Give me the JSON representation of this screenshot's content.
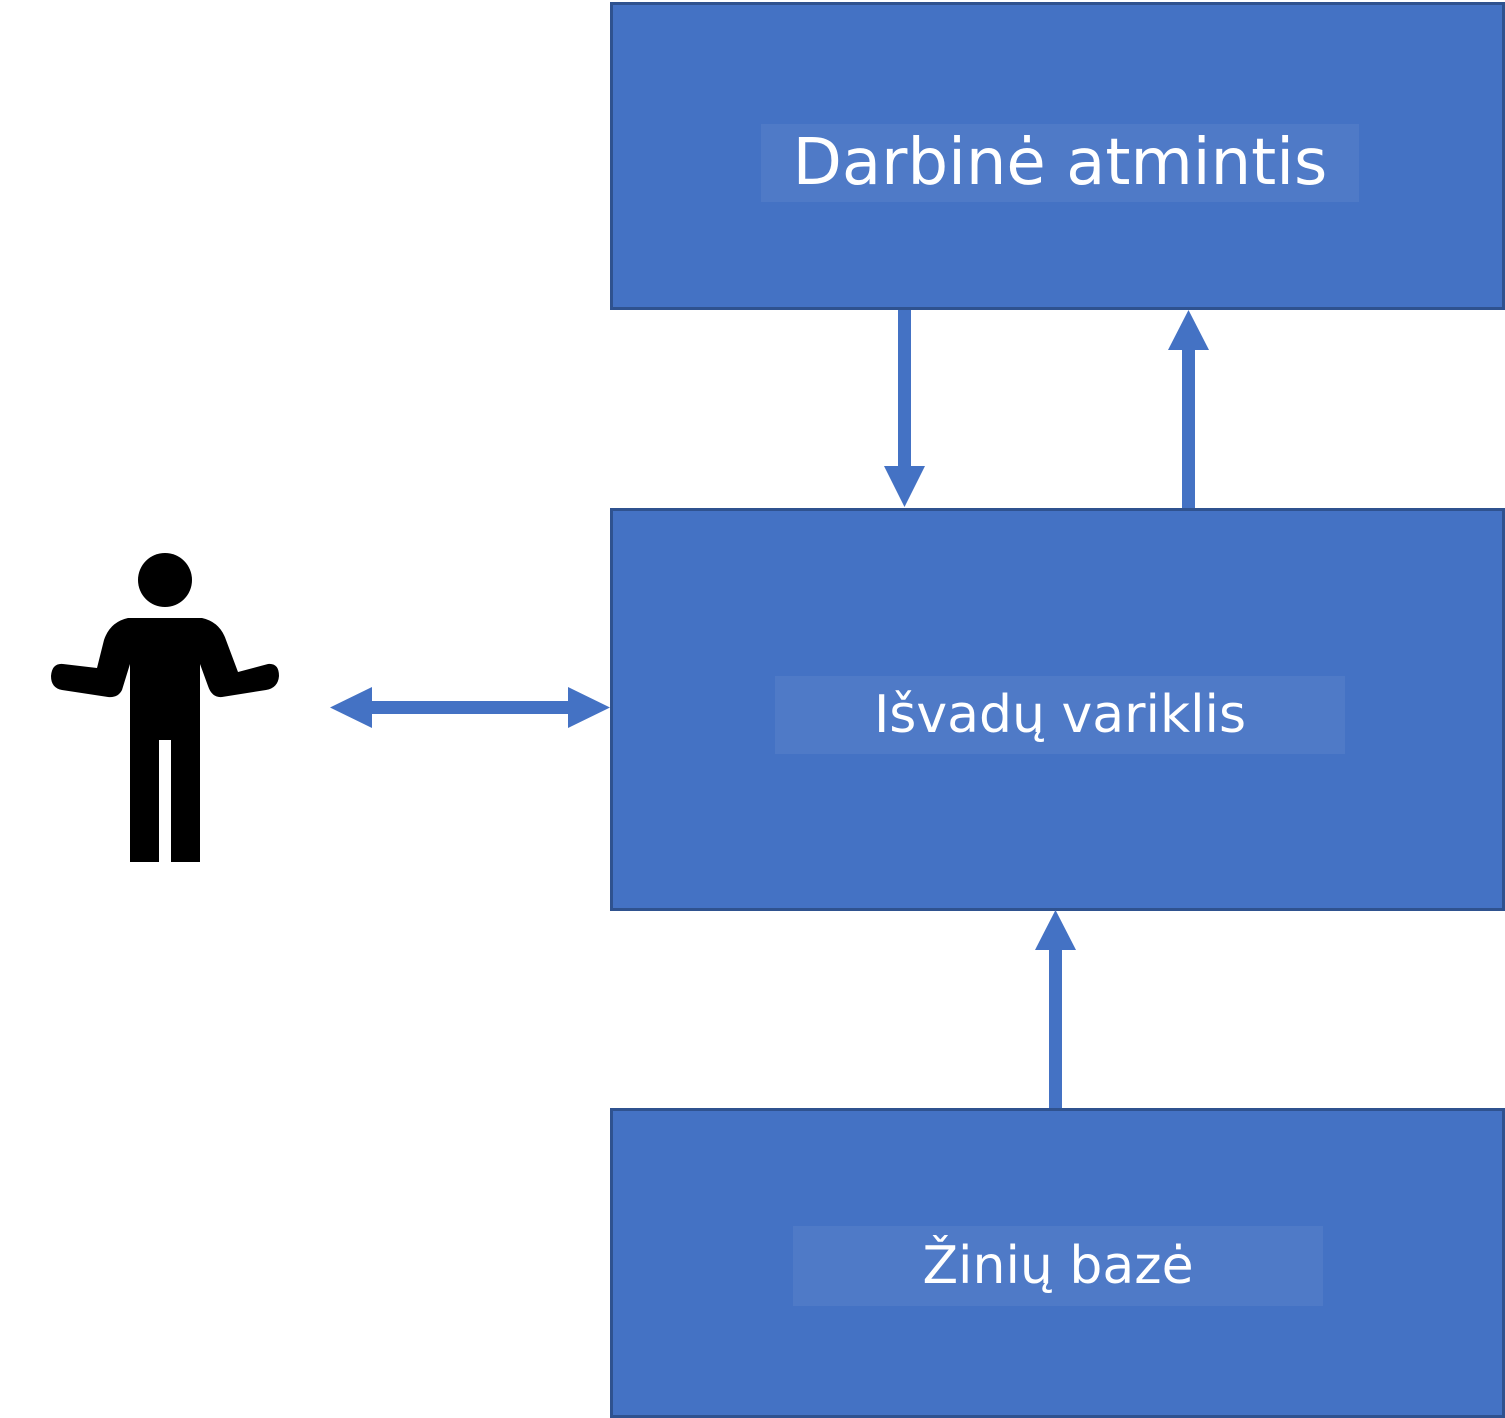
{
  "diagram": {
    "boxes": {
      "working_memory": {
        "label": "Darbinė atmintis"
      },
      "inference_engine": {
        "label": "Išvadų variklis"
      },
      "knowledge_base": {
        "label": "Žinių bazė"
      }
    },
    "icons": {
      "user": "person-icon"
    },
    "colors": {
      "box_fill": "#4472c4",
      "box_border": "#2f528f",
      "arrow": "#4472c4",
      "label_text": "#ffffff",
      "person": "#000000"
    }
  }
}
